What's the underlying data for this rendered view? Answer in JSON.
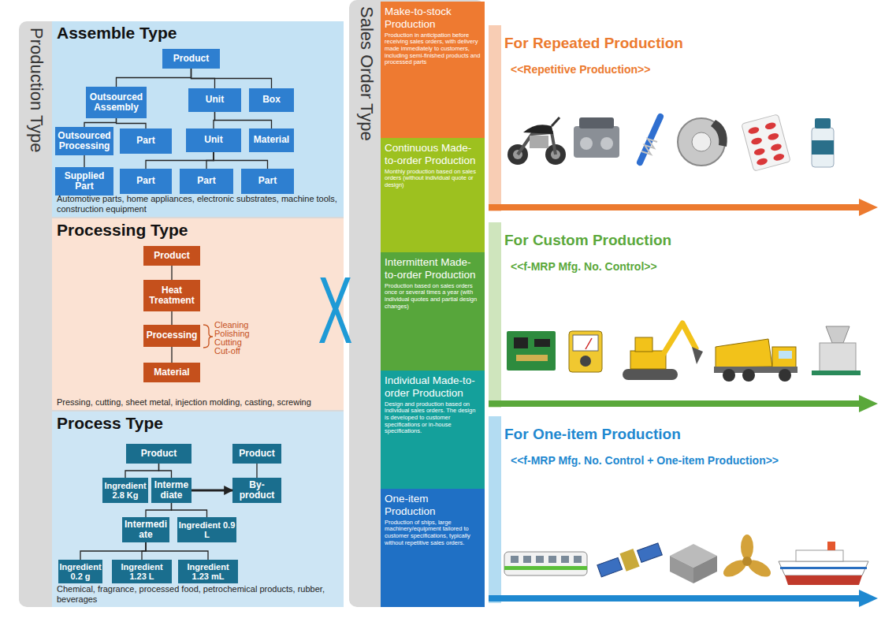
{
  "diagram": {
    "nodes": [
      {
        "text": [
          "Production Type"
        ]
      },
      {
        "text": [
          "Assemble Type",
          "Automotive parts, home appliances, electronic substrates, machine tools, construction equipment"
        ],
        "in": 0
      },
      {
        "text": [
          "Product"
        ],
        "in": 1
      },
      {
        "text": [
          "Outsourced Assembly"
        ],
        "in": 1
      },
      {
        "text": [
          "Unit"
        ],
        "in": 1
      },
      {
        "text": [
          "Box"
        ],
        "in": 1
      },
      {
        "text": [
          "Outsourced Processing"
        ],
        "in": 1
      },
      {
        "text": [
          "Part"
        ],
        "in": 1
      },
      {
        "text": [
          "Unit"
        ],
        "in": 1
      },
      {
        "text": [
          "Material"
        ],
        "in": 1
      },
      {
        "text": [
          "Supplied Part"
        ],
        "in": 1
      },
      {
        "text": [
          "Part"
        ],
        "in": 1
      },
      {
        "text": [
          "Part"
        ],
        "in": 1
      },
      {
        "text": [
          "Part"
        ],
        "in": 1
      },
      {
        "text": [
          "Processing Type",
          "Pressing, cutting, sheet metal, injection molding, casting, screwing"
        ],
        "in": 0
      },
      {
        "text": [
          "Product"
        ],
        "in": 14
      },
      {
        "text": [
          "Heat Treatment"
        ],
        "in": 14
      },
      {
        "text": [
          "Processing"
        ],
        "in": 14
      },
      {
        "text": [
          "Material"
        ],
        "in": 14
      },
      {
        "text": [
          "Process Type",
          "Chemical, fragrance, processed food, petrochemical products, rubber, beverages"
        ],
        "in": 0
      },
      {
        "text": [
          "Product"
        ],
        "in": 19
      },
      {
        "text": [
          "Product"
        ],
        "in": 19
      },
      {
        "text": [
          "Ingredient 2.8 Kg"
        ],
        "in": 19
      },
      {
        "text": [
          "Intermediate"
        ],
        "in": 19
      },
      {
        "text": [
          "By-product"
        ],
        "in": 19
      },
      {
        "text": [
          "Intermediate"
        ],
        "in": 19
      },
      {
        "text": [
          "Ingredient 0.9 L"
        ],
        "in": 19
      },
      {
        "text": [
          "Ingredient 0.2 g"
        ],
        "in": 19
      },
      {
        "text": [
          "Ingredient 1.23 L"
        ],
        "in": 19
      },
      {
        "text": [
          "Ingredient 1.23 mL"
        ],
        "in": 19
      },
      {
        "text": [
          "Sales Order Type"
        ]
      },
      {
        "text": [
          "Make-to-stock Production",
          "Production in anticipation before receiving sales orders, with delivery made immediately to customers, including semi-finished products and processed parts"
        ],
        "in": 30
      },
      {
        "text": [
          "Continuous Made-to-order Production",
          "Monthly production based on sales orders (without individual quote or design)"
        ],
        "in": 30
      },
      {
        "text": [
          "Intermittent Made-to-order Production",
          "Production based on sales orders once or several times a year (with individual quotes and partial design changes)"
        ],
        "in": 30
      },
      {
        "text": [
          "Individual Made-to-order Production",
          "Design and production based on individual sales orders. The design is developed to customer specifications or in-house specifications."
        ],
        "in": 30
      },
      {
        "text": [
          "One-item Production",
          "Production of ships, large machinery/equipment tailored to customer specifications, typically without repetitive sales orders."
        ],
        "in": 30
      },
      {
        "text": [
          "For Repeated Production",
          "<<Repetitive Production>>"
        ]
      },
      {
        "text": [
          "For Custom Production",
          "<<f-MRP Mfg. No. Control>>"
        ]
      },
      {
        "text": [
          "For One-item Production",
          "<<f-MRP Mfg. No. Control + One-item Production>>"
        ]
      }
    ],
    "edges": [
      {
        "from": 2,
        "to": 3,
        "arrow": "none"
      },
      {
        "from": 2,
        "to": 4,
        "arrow": "none"
      },
      {
        "from": 2,
        "to": 5,
        "arrow": "none"
      },
      {
        "from": 3,
        "to": 6,
        "arrow": "none"
      },
      {
        "from": 3,
        "to": 7,
        "arrow": "none"
      },
      {
        "from": 6,
        "to": 10,
        "arrow": "none"
      },
      {
        "from": 4,
        "to": 8,
        "arrow": "none"
      },
      {
        "from": 4,
        "to": 9,
        "arrow": "none"
      },
      {
        "from": 8,
        "to": 11,
        "arrow": "none"
      },
      {
        "from": 8,
        "to": 12,
        "arrow": "none"
      },
      {
        "from": 8,
        "to": 13,
        "arrow": "none"
      },
      {
        "from": 15,
        "to": 16,
        "arrow": "none"
      },
      {
        "from": 16,
        "to": 17,
        "arrow": "none"
      },
      {
        "from": 17,
        "to": 18,
        "arrow": "none"
      },
      {
        "from": 20,
        "to": 22,
        "arrow": "none"
      },
      {
        "from": 20,
        "to": 23,
        "arrow": "none"
      },
      {
        "from": 23,
        "to": 24,
        "arrow": "to"
      },
      {
        "from": 21,
        "to": 24,
        "arrow": "none"
      },
      {
        "from": 23,
        "to": 25,
        "arrow": "none"
      },
      {
        "from": 23,
        "to": 26,
        "arrow": "none"
      },
      {
        "from": 25,
        "to": 27,
        "arrow": "none"
      },
      {
        "from": 25,
        "to": 28,
        "arrow": "none"
      },
      {
        "from": 25,
        "to": 29,
        "arrow": "none"
      }
    ],
    "labels": [
      "Cleaning",
      "Polishing",
      "Cutting",
      "Cut-off",
      "X"
    ]
  }
}
